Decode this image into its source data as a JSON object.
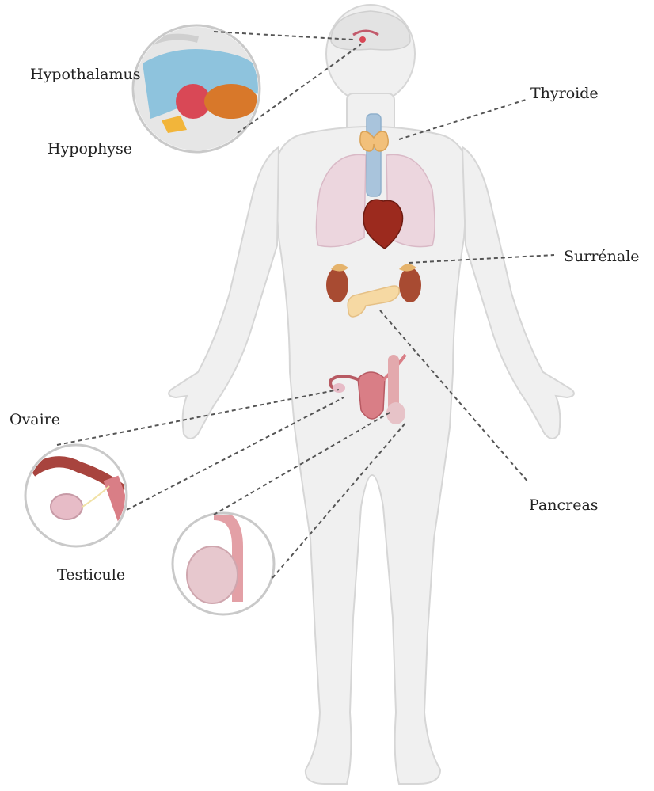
{
  "labels": {
    "hypothalamus": "Hypothalamus",
    "hypophyse": "Hypophyse",
    "thyroide": "Thyroide",
    "surrenale": "Surrénale",
    "ovaire": "Ovaire",
    "pancreas": "Pancreas",
    "testicule": "Testicule"
  },
  "colors": {
    "body": "#f0f0f0",
    "thyroid": "#f2c07a",
    "trachea": "#a9c4dc",
    "lungs": "#ecd6de",
    "heart": "#9c2a1e",
    "adrenal": "#e5b36c",
    "kidney": "#a84b32",
    "pancreas": "#f6d9a3",
    "uterus": "#d97e86",
    "ovary": "#e7bcc7",
    "pituitary_red": "#d94856",
    "pituitary_orange": "#d8782a",
    "hypothalamus_blue": "#8ec3dd"
  }
}
